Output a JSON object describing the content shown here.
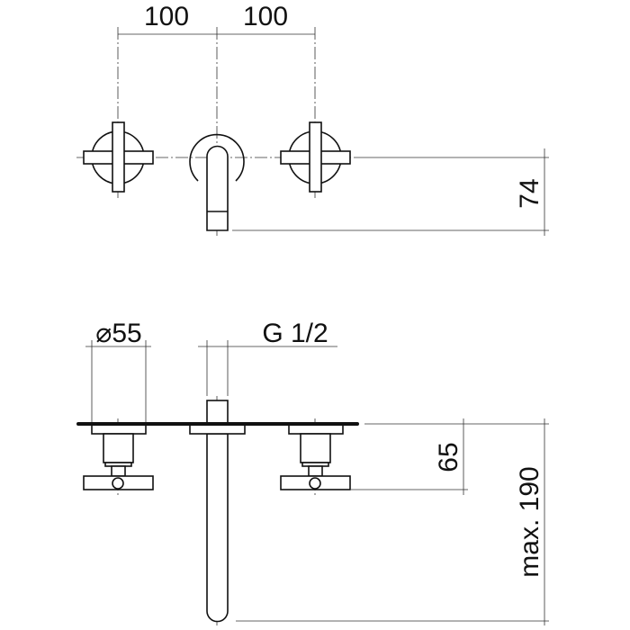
{
  "dimensions": {
    "spacing_left": "100",
    "spacing_right": "100",
    "height_top": "74",
    "diameter": "⌀55",
    "thread": "G 1/2",
    "depth": "65",
    "max_length": "max. 190"
  }
}
